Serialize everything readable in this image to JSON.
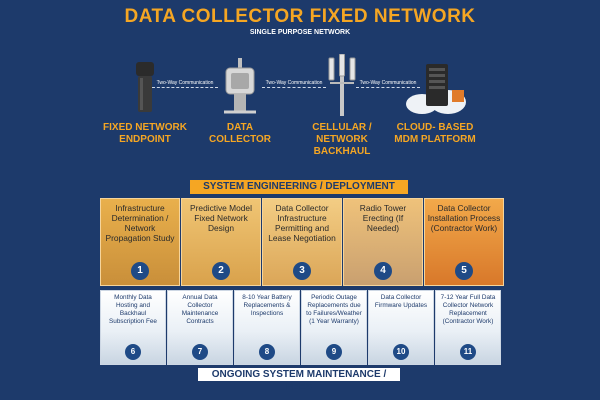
{
  "header": {
    "title": "DATA COLLECTOR FIXED NETWORK",
    "subtitle": "SINGLE PURPOSE NETWORK"
  },
  "network": {
    "nodes": [
      {
        "label": "FIXED NETWORK\nENDPOINT",
        "icon": "meter-endpoint-icon"
      },
      {
        "label": "DATA\nCOLLECTOR",
        "icon": "data-collector-icon"
      },
      {
        "label": "CELLULAR / NETWORK\nBACKHAUL",
        "icon": "cell-tower-icon"
      },
      {
        "label": "CLOUD- BASED\nMDM PLATFORM",
        "icon": "cloud-server-icon"
      }
    ],
    "links": [
      "Two-Way Communication",
      "Two-Way Communication",
      "Two-Way Communication"
    ]
  },
  "deployment": {
    "banner": "SYSTEM ENGINEERING / DEPLOYMENT",
    "steps": [
      {
        "number": "1",
        "label": "Infrastructure Determination / Network Propagation Study"
      },
      {
        "number": "2",
        "label": "Predictive Model Fixed Network Design"
      },
      {
        "number": "3",
        "label": "Data Collector Infrastructure Permitting and Lease Negotiation"
      },
      {
        "number": "4",
        "label": "Radio Tower Erecting (If Needed)"
      },
      {
        "number": "5",
        "label": "Data Collector Installation Process (Contractor Work)"
      }
    ]
  },
  "maintenance": {
    "banner": "ONGOING SYSTEM MAINTENANCE / FEES",
    "steps": [
      {
        "number": "6",
        "label": "Monthly Data Hosting and Backhaul Subscription Fee"
      },
      {
        "number": "7",
        "label": "Annual Data Collector Maintenance Contracts"
      },
      {
        "number": "8",
        "label": "8-10 Year Battery Replacements & Inspections"
      },
      {
        "number": "9",
        "label": "Periodic Outage Replacements due to Failures/Weather (1 Year Warranty)"
      },
      {
        "number": "10",
        "label": "Data Collector Firmware Updates"
      },
      {
        "number": "11",
        "label": "7-12 Year Full Data Collector Network Replacement (Contractor Work)"
      }
    ]
  },
  "colors": {
    "background": "#1d3a6b",
    "accent": "#f5a623",
    "number_badge": "#1f4a86"
  }
}
